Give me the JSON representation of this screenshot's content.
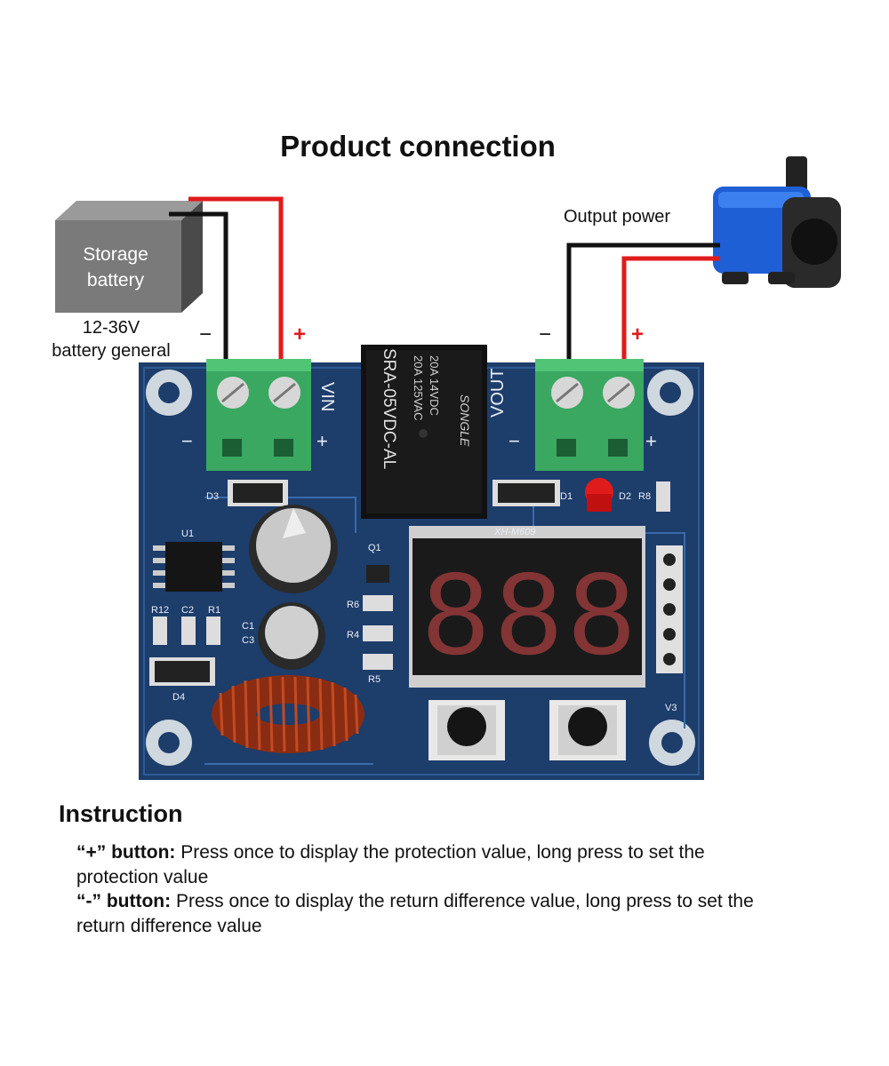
{
  "title": "Product connection",
  "battery": {
    "label_line1": "Storage",
    "label_line2": "battery",
    "voltage": "12-36V",
    "note": "battery general",
    "minus": "−",
    "plus": "+"
  },
  "output": {
    "label": "Output power",
    "minus": "−",
    "plus": "+"
  },
  "board": {
    "vin_label": "VIN",
    "vout_label": "VOUT",
    "relay_lines": [
      "20A 14VDC",
      "20A 125VAC",
      "SRA-05VDC-AL",
      "SONGLE"
    ],
    "display_digits": [
      "8",
      "8",
      "8"
    ],
    "component_labels": [
      "D3",
      "U1",
      "R12",
      "C2",
      "R1",
      "C1",
      "C3",
      "D4",
      "Q1",
      "R6",
      "R4",
      "R5",
      "D1",
      "D2",
      "R8",
      "V3",
      "XH-M609"
    ],
    "terminal_minus": "−",
    "terminal_plus": "+"
  },
  "instruction": {
    "title": "Instruction",
    "items": [
      {
        "key": "“+” button:",
        "text": " Press once to display the protection value, long press to set the protection value"
      },
      {
        "key": "“-” button:",
        "text": " Press once to display the return difference value, long press to set the return difference value"
      }
    ]
  },
  "colors": {
    "board": "#1d3d6b",
    "terminal": "#3aa860",
    "wire_red": "#e01b1b",
    "wire_black": "#111111",
    "battery": "#7a7a7a",
    "pump_blue": "#1f5fd6",
    "digit": "#d94a4a"
  }
}
